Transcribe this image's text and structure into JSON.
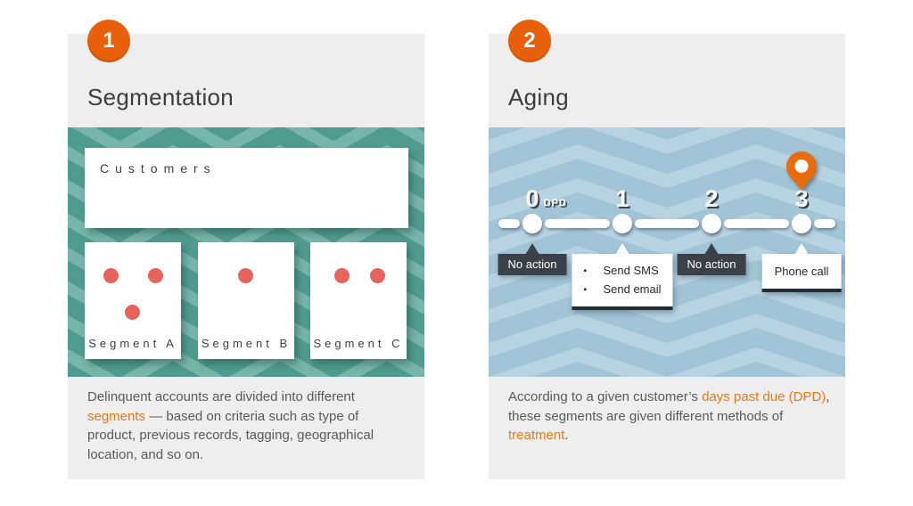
{
  "colors": {
    "badge_orange": "#e8600b",
    "accent_orange": "#e87a14",
    "pin_orange": "#e86c0c",
    "dot_red": "#e9635d",
    "callout_dark": "#3a4148",
    "panel_gray": "#efeeee",
    "teal_light": "#76b5a9",
    "teal_dark": "#4f9b8e",
    "blue_light": "#b7d3e2",
    "blue_dark": "#a1c4d7"
  },
  "panels": [
    {
      "step": "1",
      "title": "Segmentation",
      "art": {
        "bg_light": "#76b5a9",
        "stripe": "#4f9b8e",
        "parent_box_label": "Customers",
        "dot_color": "#e9635d",
        "segments": [
          {
            "label": "Segment A",
            "dots": 3
          },
          {
            "label": "Segment B",
            "dots": 1
          },
          {
            "label": "Segment C",
            "dots": 2
          }
        ]
      },
      "description": [
        {
          "text": "Delinquent accounts are divided into different "
        },
        {
          "text": "segments",
          "accent": true
        },
        {
          "text": " — based on criteria such as type of product, previous records, tagging, geographical location, and so on."
        }
      ]
    },
    {
      "step": "2",
      "title": "Aging",
      "art": {
        "bg_light": "#b7d3e2",
        "stripe": "#a1c4d7",
        "nodes": [
          {
            "value": "0",
            "suffix": "DPD",
            "callout_style": "dark",
            "lines": [
              "No action"
            ]
          },
          {
            "value": "1",
            "callout_style": "light",
            "bullets": true,
            "lines": [
              "Send SMS",
              "Send email"
            ]
          },
          {
            "value": "2",
            "callout_style": "dark",
            "lines": [
              "No action"
            ]
          },
          {
            "value": "3",
            "pin": true,
            "callout_style": "light",
            "lines": [
              "Phone call"
            ]
          }
        ]
      },
      "description": [
        {
          "text": "According to a given customer’s "
        },
        {
          "text": "days past due (DPD)",
          "accent": true
        },
        {
          "text": ", these segments are given different methods of "
        },
        {
          "text": "treatment",
          "accent": true
        },
        {
          "text": "."
        }
      ]
    }
  ]
}
